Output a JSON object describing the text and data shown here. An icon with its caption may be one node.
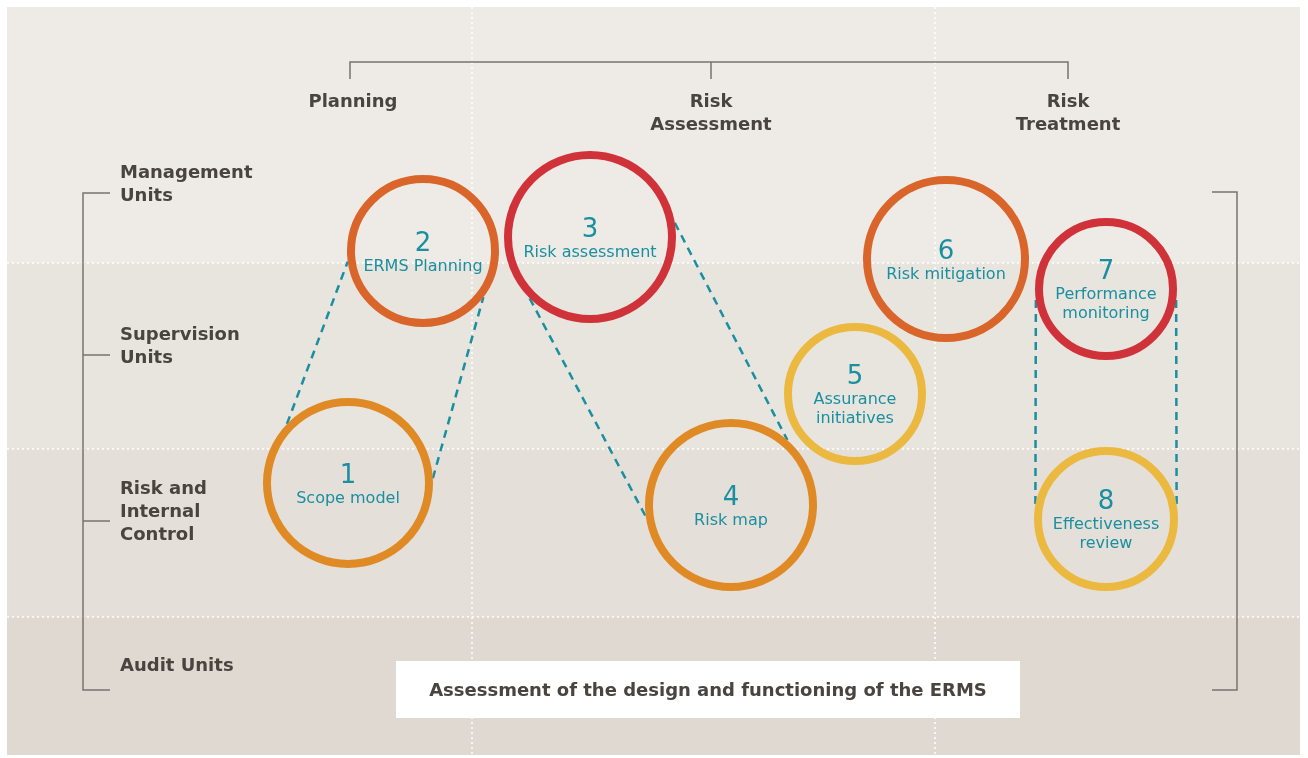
{
  "diagram": {
    "nodes": [
      {
        "text": [
          "1",
          "Scope model"
        ]
      },
      {
        "text": [
          "2",
          "ERMS Planning"
        ]
      },
      {
        "text": [
          "3",
          "Risk assessment"
        ]
      },
      {
        "text": [
          "4",
          "Risk map"
        ]
      },
      {
        "text": [
          "5",
          "Assurance initiatives"
        ]
      },
      {
        "text": [
          "6",
          "Risk mitigation"
        ]
      },
      {
        "text": [
          "7",
          "Performance monitoring"
        ]
      },
      {
        "text": [
          "8",
          "Effectiveness review"
        ]
      },
      {
        "text": [
          "Assessment of the design and functioning of the ERMS"
        ]
      }
    ],
    "edges": [
      {
        "from": 0,
        "to": 1,
        "arrow": "none",
        "style": "dashed"
      },
      {
        "from": 0,
        "to": 1,
        "arrow": "none",
        "style": "dashed"
      },
      {
        "from": 2,
        "to": 3,
        "arrow": "none",
        "style": "dashed"
      },
      {
        "from": 2,
        "to": 3,
        "arrow": "none",
        "style": "dashed"
      },
      {
        "from": 6,
        "to": 7,
        "arrow": "none",
        "style": "dashed"
      },
      {
        "from": 6,
        "to": 7,
        "arrow": "none",
        "style": "dashed"
      }
    ],
    "labels": [
      "Planning",
      "Risk Assessment",
      "Risk Treatment",
      "Management Units",
      "Supervision Units",
      "Risk and Internal Control",
      "Audit Units"
    ]
  }
}
